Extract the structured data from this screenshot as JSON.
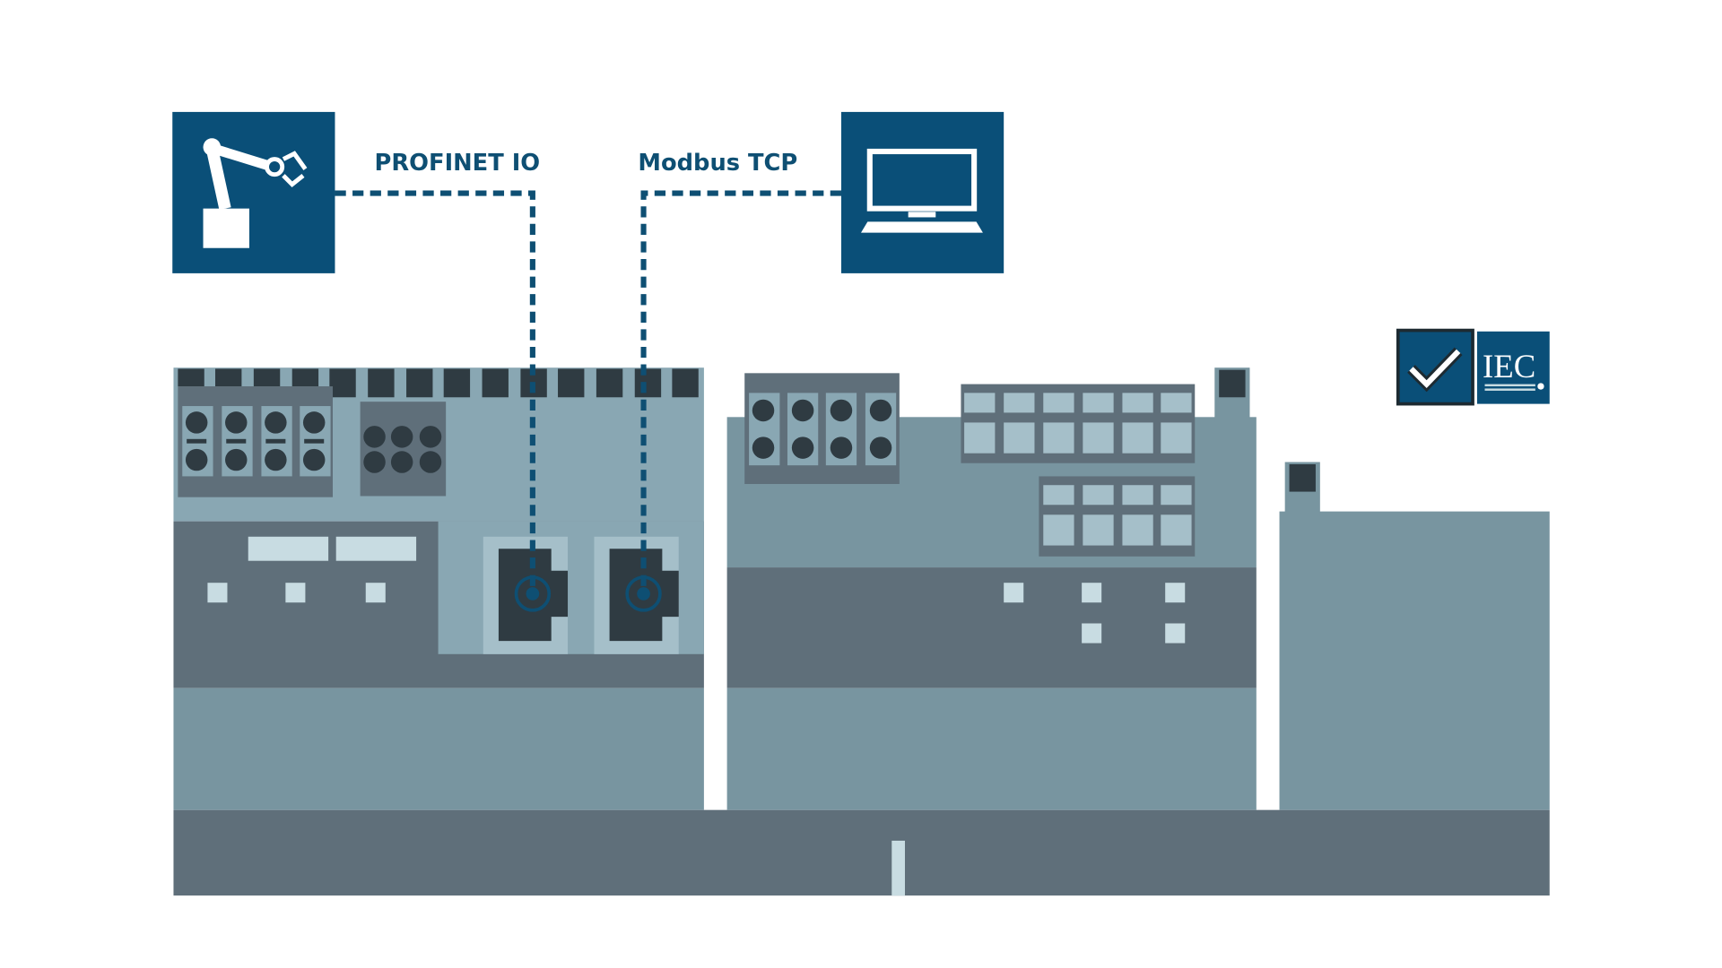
{
  "labels": {
    "profinet": "PROFINET IO",
    "modbus": "Modbus TCP"
  },
  "logo": {
    "text": "IEC",
    "icon": "checkmark-icon"
  },
  "icons": {
    "left": "industrial-robot-icon",
    "right": "laptop-icon"
  },
  "colors": {
    "brand": "#0a4f78",
    "dashed_line": "#0e4f73",
    "panel_light": "#89a7b3",
    "panel_mid": "#7895a0",
    "panel_dark": "#5f6f7a"
  }
}
